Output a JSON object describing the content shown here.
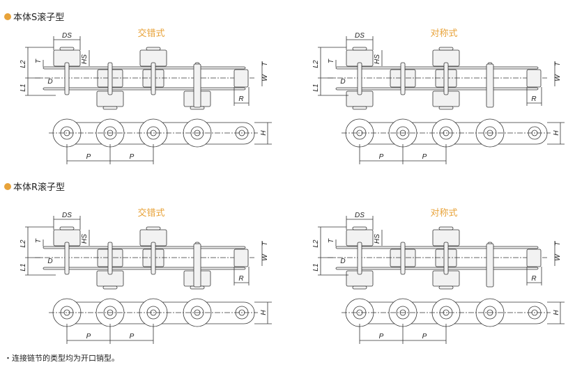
{
  "colors": {
    "accent": "#e8a33a",
    "line": "#333333",
    "fill": "#f2f2f2"
  },
  "sections": [
    {
      "title": "本体S滚子型",
      "icon": "orange-dot-icon"
    },
    {
      "title": "本体R滚子型",
      "icon": "orange-dot-icon"
    }
  ],
  "diagrams": [
    {
      "caption": "交错式",
      "type": "staggered"
    },
    {
      "caption": "对称式",
      "type": "symmetric"
    },
    {
      "caption": "交错式",
      "type": "staggered"
    },
    {
      "caption": "对称式",
      "type": "symmetric"
    }
  ],
  "dimension_labels": {
    "DS": "DS",
    "HS": "HS",
    "T": "T",
    "L2": "L2",
    "L1": "L1",
    "D": "D",
    "W": "W",
    "R": "R",
    "H": "H",
    "P": "P"
  },
  "note": "・连接链节的类型均为开口销型。"
}
